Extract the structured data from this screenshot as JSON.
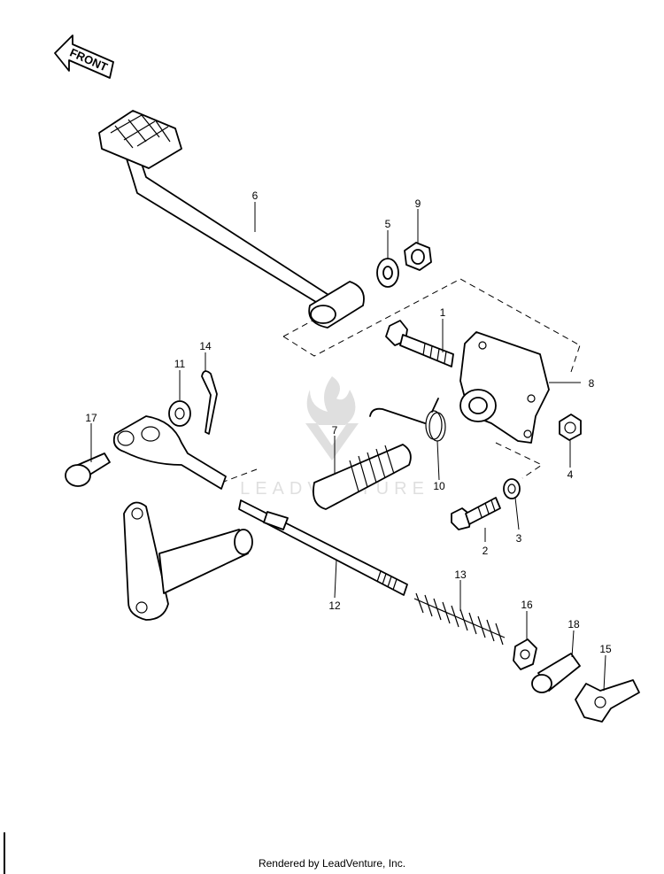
{
  "front_arrow": {
    "label": "FRONT"
  },
  "watermark": {
    "text": "LEADVENTURE"
  },
  "callouts": [
    {
      "id": "1",
      "label": "1"
    },
    {
      "id": "2",
      "label": "2"
    },
    {
      "id": "3",
      "label": "3"
    },
    {
      "id": "4",
      "label": "4"
    },
    {
      "id": "5",
      "label": "5"
    },
    {
      "id": "6",
      "label": "6"
    },
    {
      "id": "7",
      "label": "7"
    },
    {
      "id": "8",
      "label": "8"
    },
    {
      "id": "9",
      "label": "9"
    },
    {
      "id": "10",
      "label": "10"
    },
    {
      "id": "11",
      "label": "11"
    },
    {
      "id": "12",
      "label": "12"
    },
    {
      "id": "13",
      "label": "13"
    },
    {
      "id": "14",
      "label": "14"
    },
    {
      "id": "15",
      "label": "15"
    },
    {
      "id": "16",
      "label": "16"
    },
    {
      "id": "17",
      "label": "17"
    },
    {
      "id": "18",
      "label": "18"
    }
  ],
  "footer": {
    "text": "Rendered by LeadVenture, Inc."
  }
}
